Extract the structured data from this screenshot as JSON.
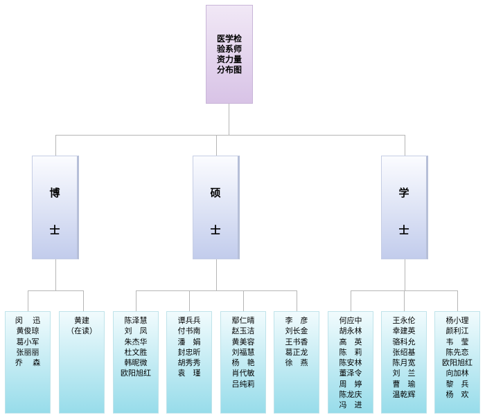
{
  "root": {
    "title": "医学检\n验系师\n资力量\n分布图"
  },
  "levels": [
    {
      "label": "博\n士"
    },
    {
      "label": "硕\n士"
    },
    {
      "label": "学\n士"
    }
  ],
  "groups": [
    {
      "names": "闵　 迅\n黄俊琼\n葛小军\n张丽丽\n乔　 森"
    },
    {
      "names": "黄建\n（在读）"
    },
    {
      "names": "陈泽慧\n刘　凤\n朱杰华\n杜文胜\n韩昵微\n欧阳旭红"
    },
    {
      "names": "谭兵兵\n付书南\n潘　娟\n封忠昕\n胡秀秀\n袁　瑾"
    },
    {
      "names": "鄢仁晴\n赵玉洁\n黄美容\n刘福慧\n杨　艳\n肖代敏\n吕纯莉"
    },
    {
      "names": "李　彦\n刘长金\n王书香\n葛正龙\n徐　燕"
    },
    {
      "names": "何应中\n胡永林\n高　英\n陈　莉\n陈安林\n董泽令\n周　婷\n陈龙庆\n冯　进"
    },
    {
      "names": "王永伦\n幸建英\n骆科允\n张绍基\n陈月宽\n刘　兰\n曹　瑜\n温乾辉"
    },
    {
      "names": "杨小理\n颜利江\n韦　莹\n陈先恋\n欧阳旭红\n向加林\n黎　兵\n杨　欢"
    }
  ]
}
